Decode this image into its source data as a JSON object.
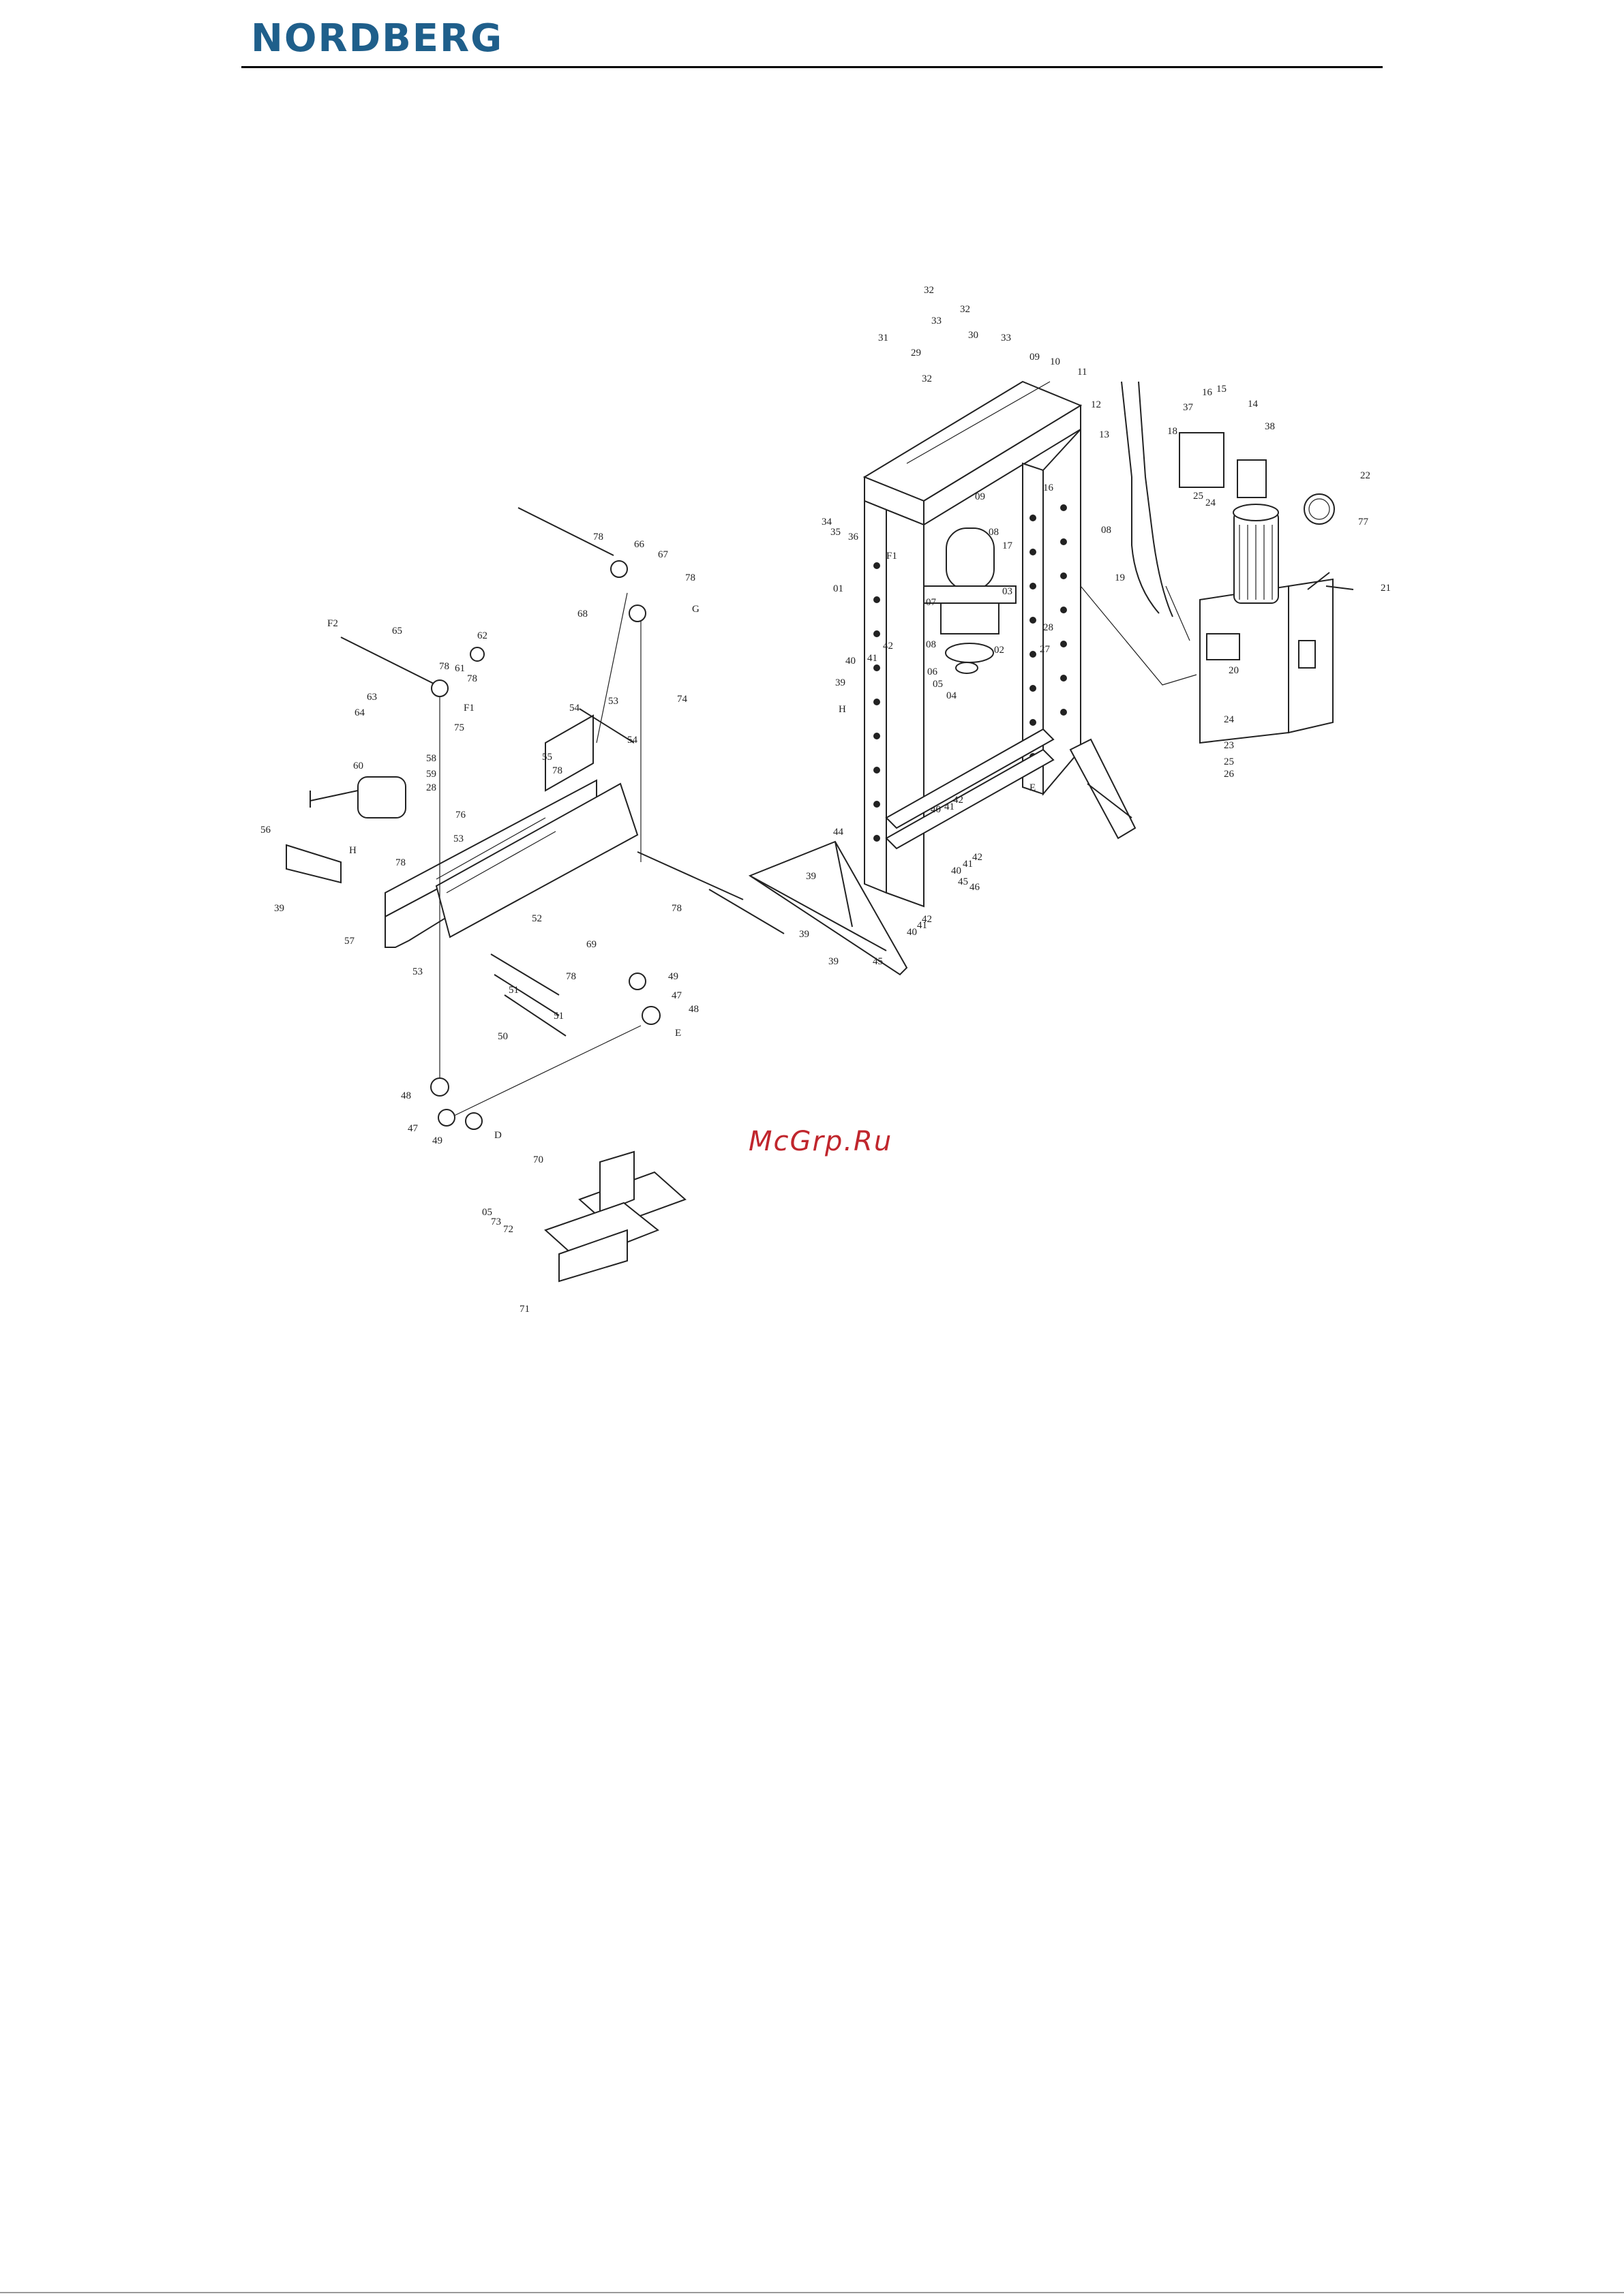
{
  "header": {
    "brand": "NORDBERG"
  },
  "watermark": "McGrp.Ru",
  "diagram": {
    "callouts": [
      {
        "id": "c32a",
        "label": "32"
      },
      {
        "id": "c32b",
        "label": "32"
      },
      {
        "id": "c33a",
        "label": "33"
      },
      {
        "id": "c33b",
        "label": "33"
      },
      {
        "id": "c31",
        "label": "31"
      },
      {
        "id": "c29",
        "label": "29"
      },
      {
        "id": "c30",
        "label": "30"
      },
      {
        "id": "c09a",
        "label": "09"
      },
      {
        "id": "c10",
        "label": "10"
      },
      {
        "id": "c11",
        "label": "11"
      },
      {
        "id": "c32c",
        "label": "32"
      },
      {
        "id": "c12",
        "label": "12"
      },
      {
        "id": "c16a",
        "label": "16"
      },
      {
        "id": "c15a",
        "label": "15"
      },
      {
        "id": "c14",
        "label": "14"
      },
      {
        "id": "c37",
        "label": "37"
      },
      {
        "id": "c18",
        "label": "18"
      },
      {
        "id": "c38",
        "label": "38"
      },
      {
        "id": "c13",
        "label": "13"
      },
      {
        "id": "c25a",
        "label": "25"
      },
      {
        "id": "c24a",
        "label": "24"
      },
      {
        "id": "c22",
        "label": "22"
      },
      {
        "id": "c77",
        "label": "77"
      },
      {
        "id": "c21",
        "label": "21"
      },
      {
        "id": "c20",
        "label": "20"
      },
      {
        "id": "c24b",
        "label": "24"
      },
      {
        "id": "c23",
        "label": "23"
      },
      {
        "id": "c25b",
        "label": "25"
      },
      {
        "id": "c26",
        "label": "26"
      },
      {
        "id": "c08a",
        "label": "08"
      },
      {
        "id": "c19",
        "label": "19"
      },
      {
        "id": "c16b",
        "label": "16"
      },
      {
        "id": "c09b",
        "label": "09"
      },
      {
        "id": "c08b",
        "label": "08"
      },
      {
        "id": "c17",
        "label": "17"
      },
      {
        "id": "c34",
        "label": "34"
      },
      {
        "id": "c35a",
        "label": "35"
      },
      {
        "id": "c36",
        "label": "36"
      },
      {
        "id": "cF1a",
        "label": "F1"
      },
      {
        "id": "c01",
        "label": "01"
      },
      {
        "id": "c07",
        "label": "07"
      },
      {
        "id": "c03",
        "label": "03"
      },
      {
        "id": "c08c",
        "label": "08"
      },
      {
        "id": "c06",
        "label": "06"
      },
      {
        "id": "c05a",
        "label": "05"
      },
      {
        "id": "c04",
        "label": "04"
      },
      {
        "id": "c02",
        "label": "02"
      },
      {
        "id": "c28a",
        "label": "28"
      },
      {
        "id": "c27",
        "label": "27"
      },
      {
        "id": "c42a",
        "label": "42"
      },
      {
        "id": "c41a",
        "label": "41"
      },
      {
        "id": "c40a",
        "label": "40"
      },
      {
        "id": "c39a",
        "label": "39"
      },
      {
        "id": "cHa",
        "label": "H"
      },
      {
        "id": "cE1",
        "label": "E"
      },
      {
        "id": "c42b",
        "label": "42"
      },
      {
        "id": "c40b",
        "label": "40"
      },
      {
        "id": "c41b",
        "label": "41"
      },
      {
        "id": "c42c",
        "label": "42"
      },
      {
        "id": "c40c",
        "label": "40"
      },
      {
        "id": "c41c",
        "label": "41"
      },
      {
        "id": "c45a",
        "label": "45"
      },
      {
        "id": "c46",
        "label": "46"
      },
      {
        "id": "c44",
        "label": "44"
      },
      {
        "id": "c39b",
        "label": "39"
      },
      {
        "id": "c39c",
        "label": "39"
      },
      {
        "id": "c42d",
        "label": "42"
      },
      {
        "id": "c41d",
        "label": "41"
      },
      {
        "id": "c40d",
        "label": "40"
      },
      {
        "id": "c39d",
        "label": "39"
      },
      {
        "id": "c45b",
        "label": "45"
      },
      {
        "id": "c78a",
        "label": "78"
      },
      {
        "id": "c66",
        "label": "66"
      },
      {
        "id": "c67",
        "label": "67"
      },
      {
        "id": "c78b",
        "label": "78"
      },
      {
        "id": "cG",
        "label": "G"
      },
      {
        "id": "c68",
        "label": "68"
      },
      {
        "id": "c62",
        "label": "62"
      },
      {
        "id": "cF2",
        "label": "F2"
      },
      {
        "id": "c65",
        "label": "65"
      },
      {
        "id": "c61",
        "label": "61"
      },
      {
        "id": "c78c",
        "label": "78"
      },
      {
        "id": "c78d",
        "label": "78"
      },
      {
        "id": "c63",
        "label": "63"
      },
      {
        "id": "c64",
        "label": "64"
      },
      {
        "id": "cF1b",
        "label": "F1"
      },
      {
        "id": "c75",
        "label": "75"
      },
      {
        "id": "c74",
        "label": "74"
      },
      {
        "id": "c53a",
        "label": "53"
      },
      {
        "id": "c54a",
        "label": "54"
      },
      {
        "id": "c54b",
        "label": "54"
      },
      {
        "id": "c55",
        "label": "55"
      },
      {
        "id": "c78e",
        "label": "78"
      },
      {
        "id": "c60",
        "label": "60"
      },
      {
        "id": "c58",
        "label": "58"
      },
      {
        "id": "c59",
        "label": "59"
      },
      {
        "id": "c28b",
        "label": "28"
      },
      {
        "id": "c76",
        "label": "76"
      },
      {
        "id": "c53b",
        "label": "53"
      },
      {
        "id": "c56",
        "label": "56"
      },
      {
        "id": "cHb",
        "label": "H"
      },
      {
        "id": "c78f",
        "label": "78"
      },
      {
        "id": "c39e",
        "label": "39"
      },
      {
        "id": "c57",
        "label": "57"
      },
      {
        "id": "c78g",
        "label": "78"
      },
      {
        "id": "c52",
        "label": "52"
      },
      {
        "id": "c69",
        "label": "69"
      },
      {
        "id": "c53c",
        "label": "53"
      },
      {
        "id": "c78h",
        "label": "78"
      },
      {
        "id": "c51a",
        "label": "51"
      },
      {
        "id": "c51b",
        "label": "51"
      },
      {
        "id": "c50",
        "label": "50"
      },
      {
        "id": "c49a",
        "label": "49"
      },
      {
        "id": "c47a",
        "label": "47"
      },
      {
        "id": "c48a",
        "label": "48"
      },
      {
        "id": "cE2",
        "label": "E"
      },
      {
        "id": "c48b",
        "label": "48"
      },
      {
        "id": "c47b",
        "label": "47"
      },
      {
        "id": "c49b",
        "label": "49"
      },
      {
        "id": "cD",
        "label": "D"
      },
      {
        "id": "c70",
        "label": "70"
      },
      {
        "id": "c05b",
        "label": "05"
      },
      {
        "id": "c73",
        "label": "73"
      },
      {
        "id": "c72",
        "label": "72"
      },
      {
        "id": "c71",
        "label": "71"
      }
    ]
  }
}
